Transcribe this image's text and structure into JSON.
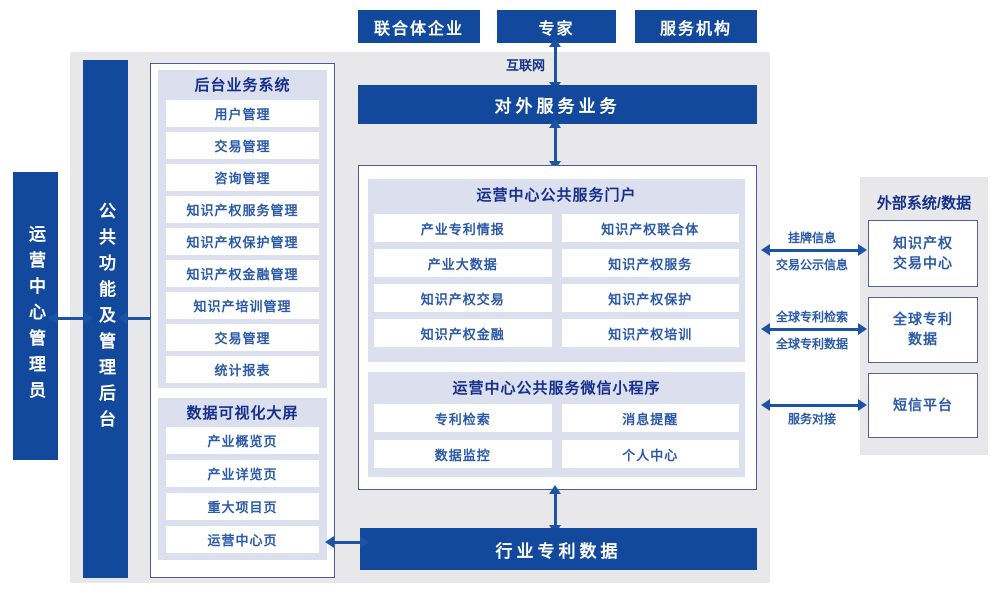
{
  "colors": {
    "primary": "#12499c",
    "background_gray": "#e8e8ea",
    "section_lavender": "#dcdfee",
    "title_navy": "#13308c",
    "item_blue": "#2b5aa8",
    "arrow_blue": "#1b54a4",
    "panel_border": "#4d5a9b"
  },
  "top_actors": [
    "联合体企业",
    "专家",
    "服务机构"
  ],
  "network_label": "互联网",
  "external_service_bar": "对外服务业务",
  "admin_bar": "运营中心管理员",
  "public_backend_bar": "公共功能及管理后台",
  "backend_system": {
    "title": "后台业务系统",
    "items": [
      "用户管理",
      "交易管理",
      "咨询管理",
      "知识产权服务管理",
      "知识产权保护管理",
      "知识产权金融管理",
      "知识产培训管理",
      "交易管理",
      "统计报表"
    ]
  },
  "data_screen": {
    "title": "数据可视化大屏",
    "items": [
      "产业概览页",
      "产业详览页",
      "重大项目页",
      "运营中心页"
    ]
  },
  "portal": {
    "title": "运营中心公共服务门户",
    "items": [
      "产业专利情报",
      "知识产权联合体",
      "产业大数据",
      "知识产权服务",
      "知识产权交易",
      "知识产权保护",
      "知识产权金融",
      "知识产权培训"
    ]
  },
  "mini_program": {
    "title": "运营中心公共服务微信小程序",
    "items": [
      "专利检索",
      "消息提醒",
      "数据监控",
      "个人中心"
    ]
  },
  "industry_patent_bar": "行业专利数据",
  "external_systems": {
    "title": "外部系统/数据",
    "boxes": [
      "知识产权\n交易中心",
      "全球专利\n数据",
      "短信平台"
    ],
    "link_labels": [
      {
        "top": "挂牌信息",
        "bottom": "交易公示信息"
      },
      {
        "top": "全球专利检索",
        "bottom": "全球专利数据"
      },
      {
        "top": "",
        "bottom": "服务对接"
      }
    ]
  }
}
